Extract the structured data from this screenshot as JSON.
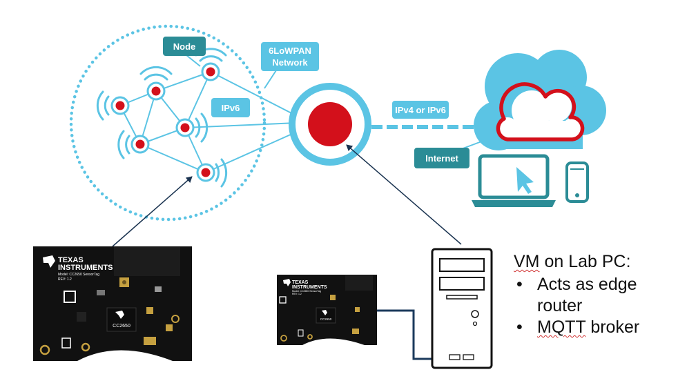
{
  "labels": {
    "node": "Node",
    "network_line1": "6LoWPAN",
    "network_line2": "Network",
    "ipv6": "IPv6",
    "ipv4_or_ipv6": "IPv4 or IPv6",
    "internet": "Internet"
  },
  "board_left": {
    "brand_line1": "TEXAS",
    "brand_line2": "INSTRUMENTS",
    "model": "Model: CC2650 SensorTag",
    "rev": "REV: 1.2",
    "chip": "CC2650"
  },
  "board_right": {
    "brand_line1": "TEXAS",
    "brand_line2": "INSTRUMENTS",
    "model": "Model: CC2650 SensorTag",
    "rev": "REV: 1.2",
    "chip": "CC2650"
  },
  "vm": {
    "title_word1": "VM",
    "title_rest": " on Lab PC:",
    "bullets": [
      "Acts as edge router",
      "MQTT broker"
    ],
    "bullet2_word1": "MQTT",
    "bullet2_rest": " broker"
  },
  "colors": {
    "accent_blue": "#5bc4e4",
    "teal_tag": "#2b8c96",
    "node_red": "#d3101b",
    "cloud_red": "#d3101b",
    "navy_cable": "#1b3a5c"
  }
}
